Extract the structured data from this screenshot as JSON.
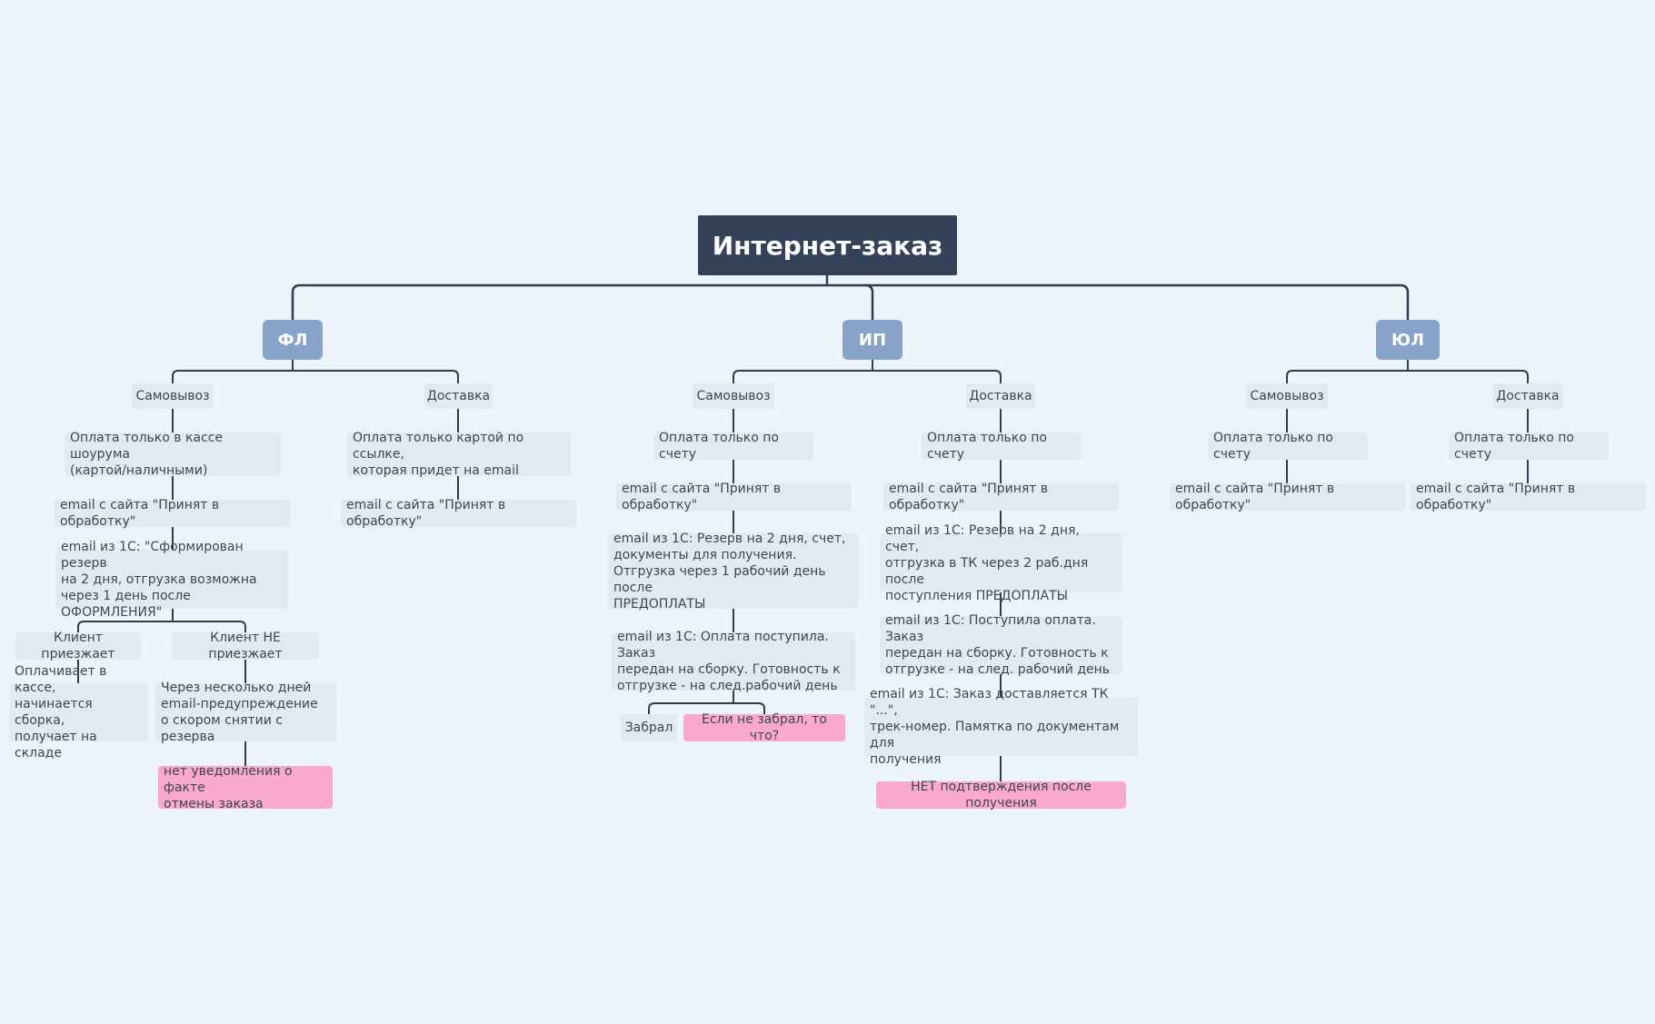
{
  "colors": {
    "background": "#edf3fa",
    "root": "#344259",
    "level1": "#87a3c9",
    "node": "#e3e9f1",
    "warning": "#f9a9cc",
    "line": "#2f3d52"
  },
  "root": "Интернет-заказ",
  "branches": {
    "fl": {
      "label": "ФЛ",
      "pickup": {
        "label": "Самовывоз",
        "payment": "Оплата только в кассе шоурума\n(картой/наличными)",
        "email_site": "email с сайта \"Принят в обработку\"",
        "email_1c": "email из 1С: \"Сформирован резерв\nна 2 дня, отгрузка возможна\nчерез 1 день после ОФОРМЛЕНИЯ\"",
        "client_comes": "Клиент приезжает",
        "client_comes_detail": "Оплачивает в кассе,\nначинается сборка,\nполучает на складе",
        "client_not_comes": "Клиент НЕ приезжает",
        "client_not_comes_detail": "Через несколько дней\nemail-предупреждение\nо скором снятии с резерва",
        "warning": "нет уведомления о факте\nотмены заказа"
      },
      "delivery": {
        "label": "Доставка",
        "payment": "Оплата только картой по ссылке,\nкоторая придет на email",
        "email_site": "email с сайта \"Принят в обработку\""
      }
    },
    "ip": {
      "label": "ИП",
      "pickup": {
        "label": "Самовывоз",
        "payment": "Оплата только по счету",
        "email_site": "email с сайта \"Принят в обработку\"",
        "email_1c_reserve": "email из 1С: Резерв на 2 дня, счет,\nдокументы для получения.\nОтгрузка через 1 рабочий день после\nПРЕДОПЛАТЫ",
        "email_1c_paid": "email из 1С: Оплата поступила. Заказ\nпередан на сборку. Готовность к\nотгрузке - на след.рабочий день",
        "took": "Забрал",
        "warning": "Если не забрал, то что?"
      },
      "delivery": {
        "label": "Доставка",
        "payment": "Оплата только по счету",
        "email_site": "email с сайта \"Принят в обработку\"",
        "email_1c_reserve": "email из 1С: Резерв на 2 дня, счет,\nотгрузка в ТК через 2 раб.дня после\nпоступления ПРЕДОПЛАТЫ",
        "email_1c_paid": "email из 1С: Поступила оплата. Заказ\nпередан на сборку. Готовность к\nотгрузке - на след. рабочий день",
        "email_1c_shipping": "email из 1С: Заказ доставляется ТК \"...\",\nтрек-номер. Памятка по документам для\nполучения",
        "warning": "НЕТ подтверждения после получения"
      }
    },
    "ul": {
      "label": "ЮЛ",
      "pickup": {
        "label": "Самовывоз",
        "payment": "Оплата только по счету",
        "email_site": "email с сайта \"Принят в обработку\""
      },
      "delivery": {
        "label": "Доставка",
        "payment": "Оплата только по счету",
        "email_site": "email с сайта \"Принят в обработку\""
      }
    }
  }
}
